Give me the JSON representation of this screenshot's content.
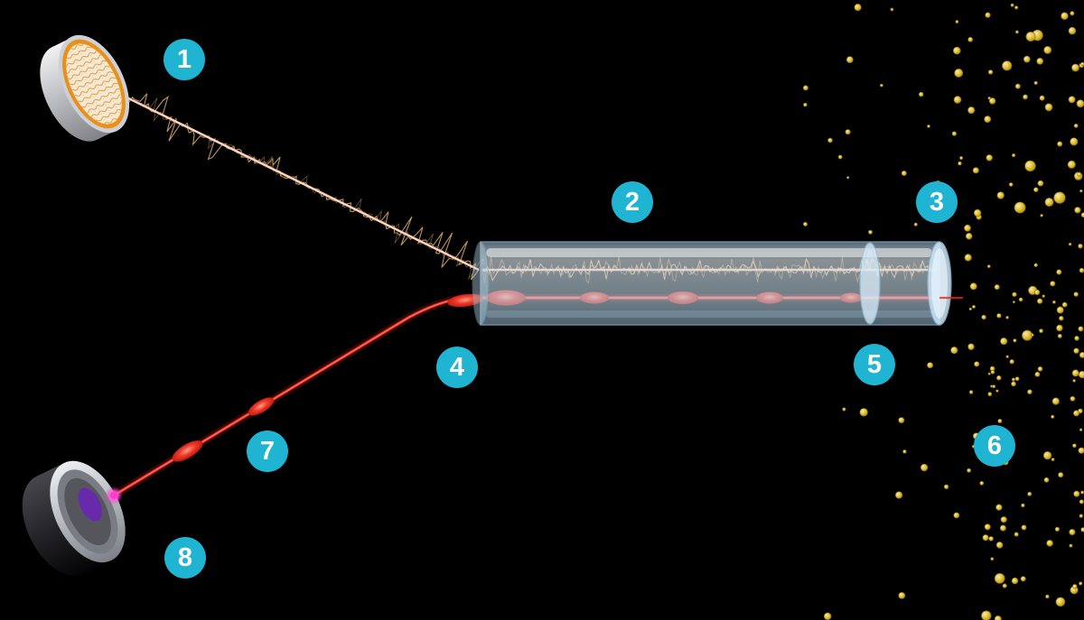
{
  "badges": [
    {
      "label": "1",
      "component": "input-mirror-disc"
    },
    {
      "label": "2",
      "component": "gas-filled-tube"
    },
    {
      "label": "3",
      "component": "tube-end-window"
    },
    {
      "label": "4",
      "component": "red-beam-entry"
    },
    {
      "label": "5",
      "component": "inner-disc-window"
    },
    {
      "label": "6",
      "component": "particle-cloud"
    },
    {
      "label": "7",
      "component": "pulsed-red-beam"
    },
    {
      "label": "8",
      "component": "source-detector-device"
    }
  ],
  "colors": {
    "background": "#000000",
    "badge_bg": "#1eb4d2",
    "badge_text": "#ffffff",
    "beam_red": "#e6271b",
    "beam_red_light": "#ff9d8d",
    "noise_tan": "#c89a62",
    "noise_dark": "#7c5c30",
    "core_pink": "#f6c0a8",
    "core_bright": "#ffe9da",
    "tube_blue": "#cfe4f2",
    "tube_edge": "#7d9fb8",
    "particle_gold": "#efcb2f",
    "particle_edge": "#8f7312",
    "disc_rim_orange": "#e8901a",
    "disc_face": "#f7e8d4",
    "metal_gray": "#b9bcc4",
    "spot_magenta": "#ff3bd0",
    "spot_purple": "#6a22b8"
  }
}
